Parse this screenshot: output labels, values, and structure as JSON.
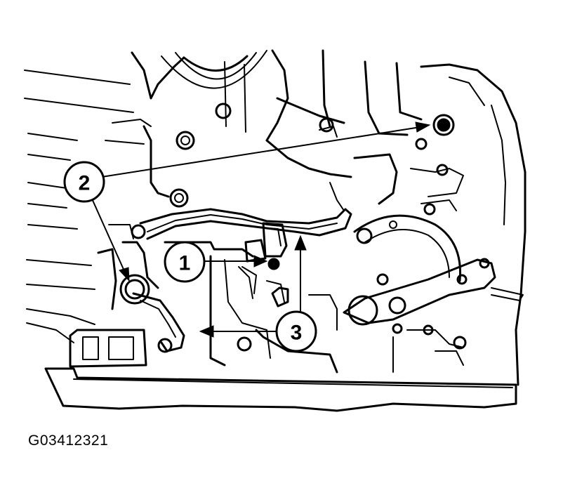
{
  "figure": {
    "id": "G03412321"
  },
  "callouts": [
    {
      "number": "1",
      "name": "callout-1"
    },
    {
      "number": "2",
      "name": "callout-2"
    },
    {
      "number": "3",
      "name": "callout-3"
    }
  ]
}
